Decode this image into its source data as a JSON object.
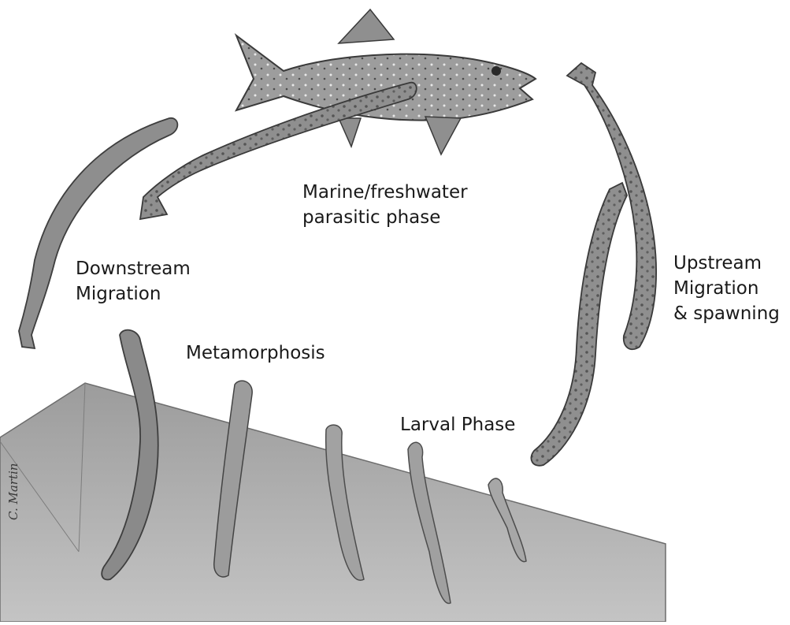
{
  "labels": {
    "parasitic": [
      "Marine/freshwater",
      "parasitic phase"
    ],
    "downstream": [
      "Downstream",
      "Migration"
    ],
    "upstream": [
      "Upstream",
      "Migration",
      "& spawning"
    ],
    "metamorphosis": "Metamorphosis",
    "larval": "Larval Phase"
  },
  "signature": "C. Martin",
  "colors": {
    "sediment": "#b9b9b9",
    "sediment_dark": "#8e8e8e",
    "lamprey": "#8a8a8a",
    "lamprey_dark": "#4d4d4d",
    "fish": "#9a9a9a",
    "text": "#1a1a1a"
  }
}
